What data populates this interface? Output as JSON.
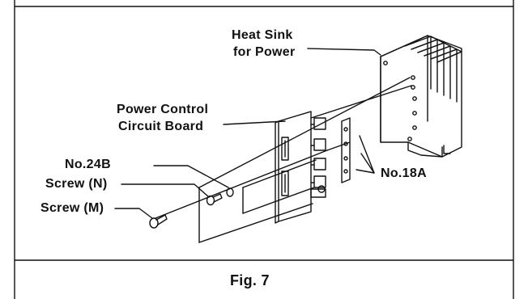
{
  "figure": {
    "caption": "Fig. 7",
    "labels": {
      "heat_sink_line1": "Heat Sink",
      "heat_sink_line2": "for Power",
      "board_line1": "Power Control",
      "board_line2": "Circuit Board",
      "no24b": "No.24B",
      "screw_n": "Screw (N)",
      "screw_m": "Screw (M)",
      "no18a": "No.18A"
    }
  },
  "colors": {
    "ink": "#111111",
    "background": "#ffffff"
  }
}
